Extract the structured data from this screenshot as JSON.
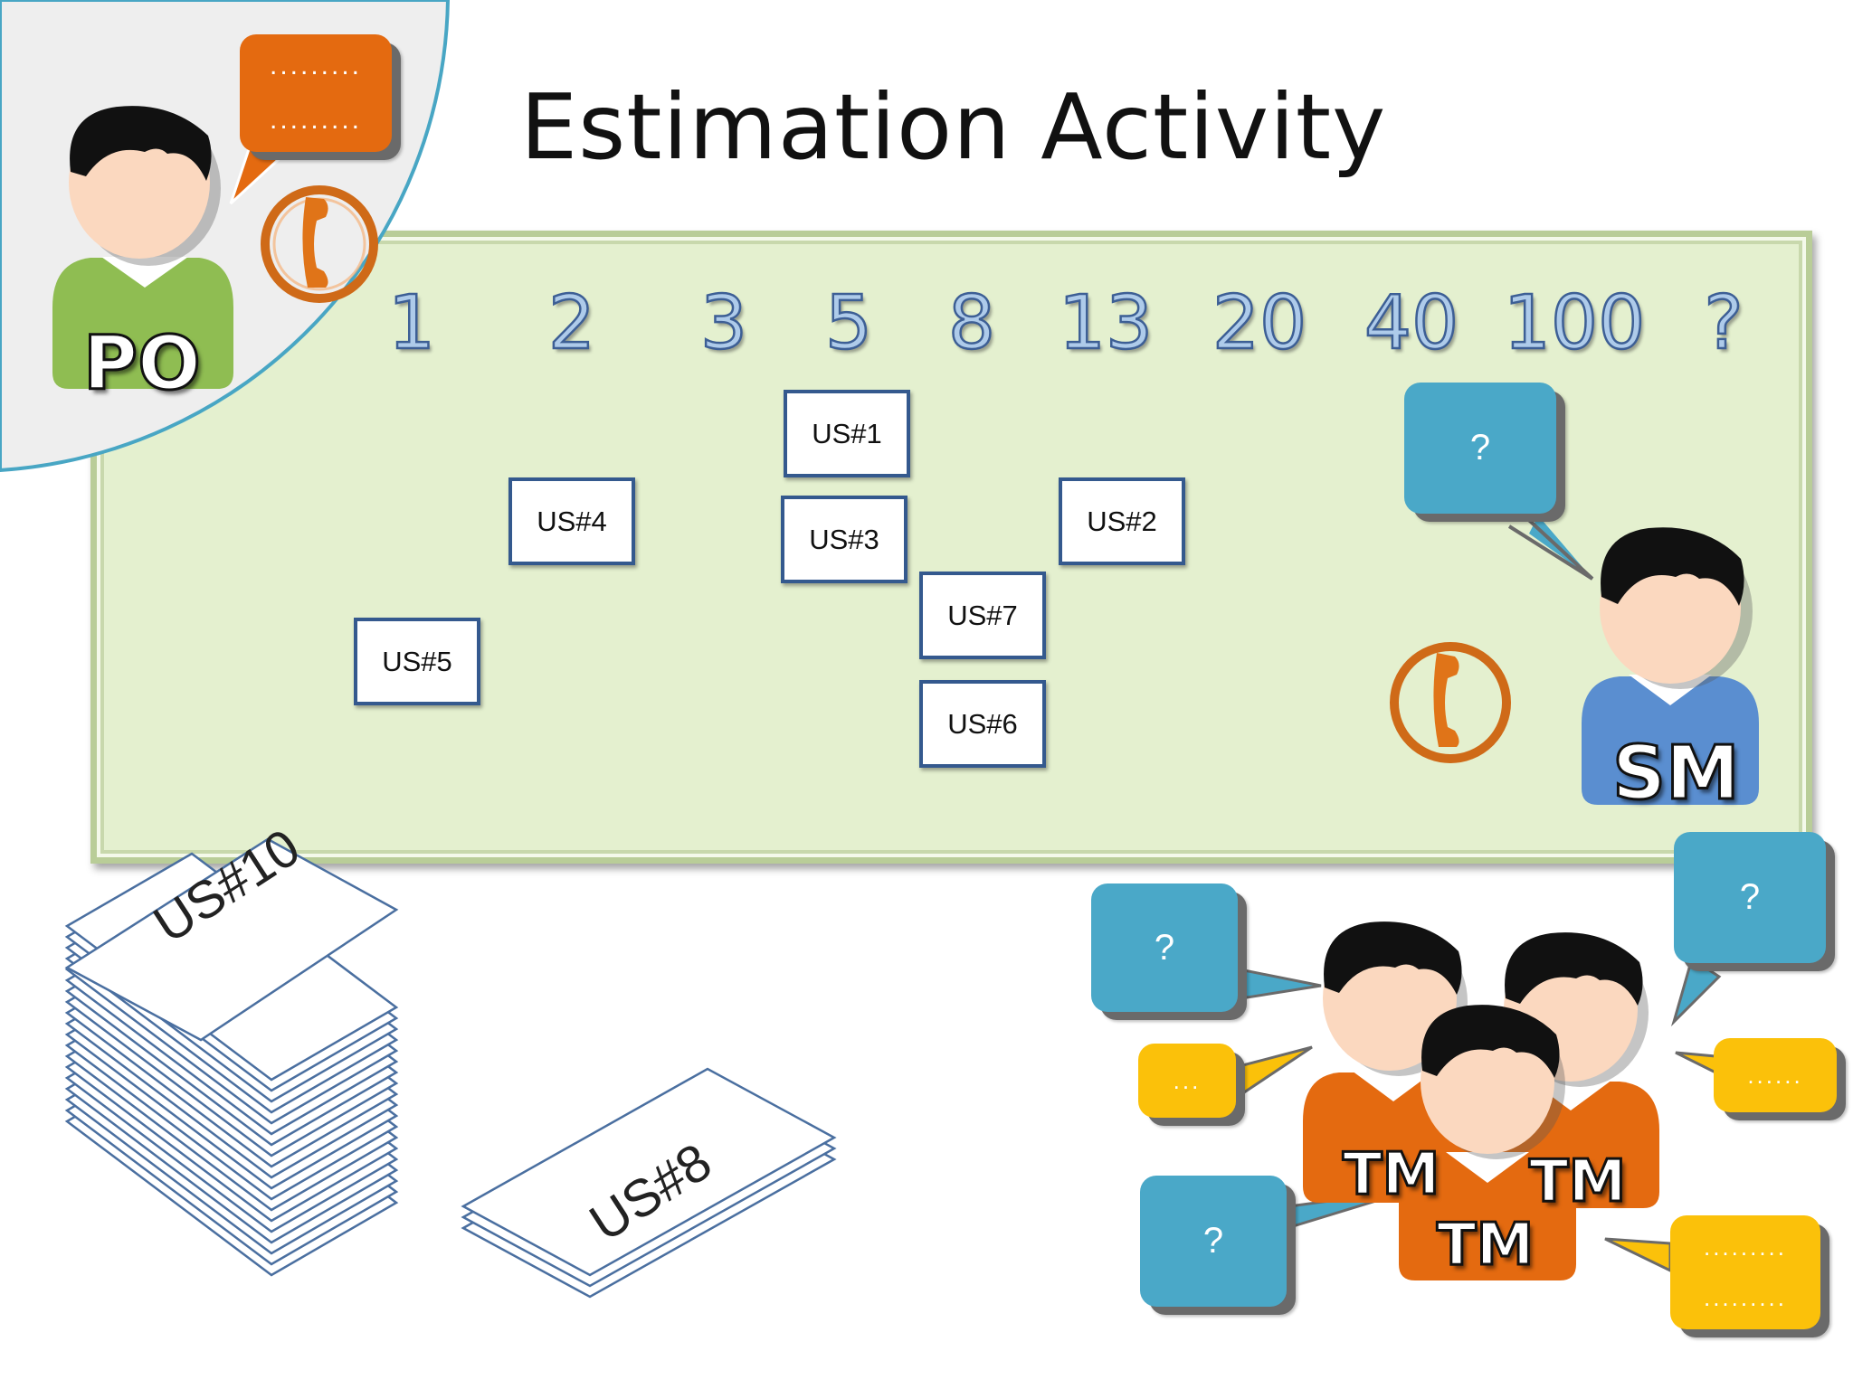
{
  "title": "Estimation Activity",
  "scale": [
    "1",
    "2",
    "3",
    "5",
    "8",
    "13",
    "20",
    "40",
    "100",
    "?"
  ],
  "cards": [
    "US#1",
    "US#4",
    "US#3",
    "US#2",
    "US#7",
    "US#5",
    "US#6"
  ],
  "stacks": {
    "left": "US#10",
    "right": "US#8"
  },
  "roles": {
    "po": "PO",
    "sm": "SM",
    "tm": "TM"
  },
  "speech": {
    "po_line1": ".........",
    "po_line2": ".........",
    "sm": "?",
    "tm_blue_left": "?",
    "tm_blue_right": "?",
    "tm_blue_bottom": "?",
    "tm_yellow_left": "...",
    "tm_yellow_right": "......",
    "tm_yellow_bottom_1": ".........",
    "tm_yellow_bottom_2": "........."
  },
  "colors": {
    "board": "#e4f0cf",
    "card_border": "#34598e",
    "po_shirt": "#8fbd52",
    "sm_shirt": "#5a8ed0",
    "tm_shirt": "#e46a10",
    "bubble_blue": "#4aa8c8",
    "bubble_yellow": "#fbc10a",
    "bubble_orange": "#e46a10"
  }
}
